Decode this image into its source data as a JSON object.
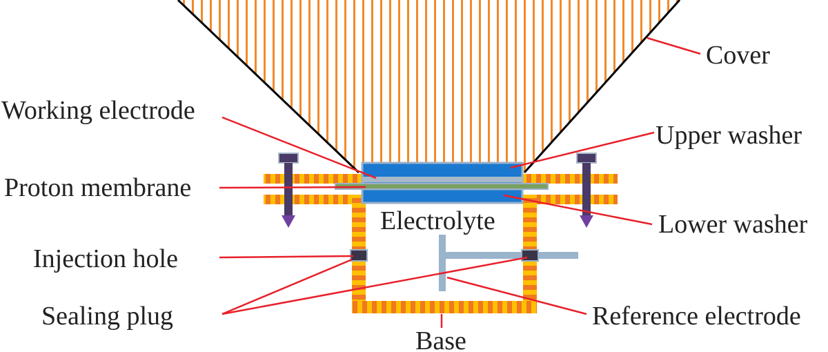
{
  "labels": {
    "cover": "Cover",
    "working_electrode": "Working electrode",
    "upper_washer": "Upper washer",
    "proton_membrane": "Proton membrane",
    "electrolyte": "Electrolyte",
    "lower_washer": "Lower washer",
    "injection_hole": "Injection hole",
    "sealing_plug": "Sealing plug",
    "reference_electrode": "Reference electrode",
    "base": "Base"
  },
  "colors": {
    "leader_line": "#e8202a",
    "cover_stripe": "#f08a2a",
    "cover_outline": "#000000",
    "washer": "#1a78d0",
    "washer_border": "#9ab0c8",
    "membrane": "#7aa060",
    "base_yellow": "#ffc000",
    "base_orange": "#f07820",
    "bolt": "#4a3a68",
    "bolt_tip": "#7040a0",
    "reference_electrode": "#9ab4cc",
    "plug": "#3a3448",
    "text": "#222222"
  }
}
